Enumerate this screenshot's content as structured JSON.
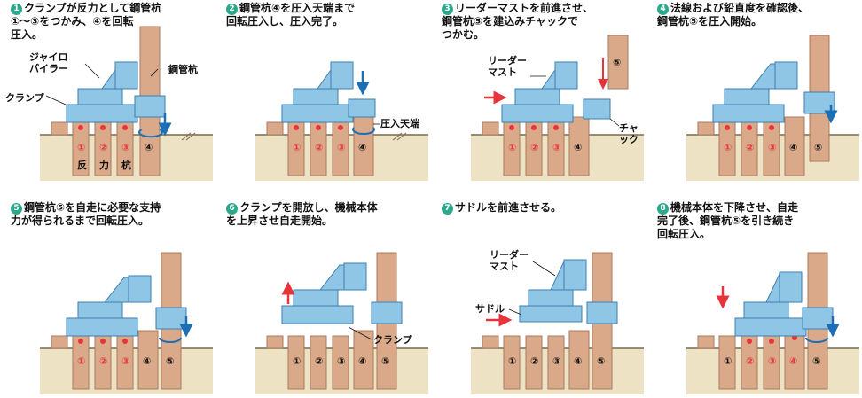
{
  "colors": {
    "machine": "#8fc6e6",
    "machine_dark": "#3d7fb0",
    "pile": "#d9a98a",
    "pile_dark": "#a97a5e",
    "ground": "#ede2c4",
    "ground_line": "#7a6a4a",
    "step_badge": "#2aa98c",
    "arrow_red": "#e8333a",
    "arrow_blue": "#1c6fb5",
    "label_red": "#e8333a"
  },
  "panels": [
    {
      "step": "1",
      "caption": "クランプが反力として鋼管杭\n①〜③をつかみ、④を回転\n圧入。",
      "pile_labels": [
        "①",
        "②",
        "③",
        "④"
      ],
      "reaction_labels": [
        "反",
        "力",
        "杭"
      ],
      "annotations": {
        "gyro": "ジャイロ\nパイラー",
        "pipe": "鋼管杭",
        "clamp": "クランプ"
      }
    },
    {
      "step": "2",
      "caption": "鋼管杭④を圧入天端まで\n回転圧入し、圧入完了。",
      "pile_labels": [
        "①",
        "②",
        "③",
        "④"
      ],
      "annotations": {
        "top": "圧入天端"
      }
    },
    {
      "step": "3",
      "caption": "リーダーマストを前進させ、\n鋼管杭⑤を建込みチャックで\nつかむ。",
      "pile_labels": [
        "①",
        "②",
        "③",
        "④"
      ],
      "hanging_pile": "⑤",
      "annotations": {
        "mast": "リーダー\nマスト",
        "chuck": "チャック"
      }
    },
    {
      "step": "4",
      "caption": "法線および鉛直度を確認後、\n鋼管杭⑤を圧入開始。",
      "pile_labels": [
        "①",
        "②",
        "③",
        "④",
        "⑤"
      ]
    },
    {
      "step": "5",
      "caption": "鋼管杭⑤を自走に必要な支持\n力が得られるまで回転圧入。",
      "pile_labels": [
        "①",
        "②",
        "③",
        "④",
        "⑤"
      ]
    },
    {
      "step": "6",
      "caption": "クランプを開放し、機械本体\nを上昇させ自走開始。",
      "pile_labels": [
        "①",
        "②",
        "③",
        "④",
        "⑤"
      ],
      "annotations": {
        "clamp": "クランプ"
      }
    },
    {
      "step": "7",
      "caption": "サドルを前進させる。",
      "pile_labels": [
        "①",
        "②",
        "③",
        "④",
        "⑤"
      ],
      "annotations": {
        "mast": "リーダー\nマスト",
        "saddle": "サドル"
      }
    },
    {
      "step": "8",
      "caption": "機械本体を下降させ、自走\n完了後、鋼管杭⑤を引き続き\n回転圧入。",
      "pile_labels": [
        "①",
        "②",
        "③",
        "④",
        "⑤"
      ]
    }
  ]
}
